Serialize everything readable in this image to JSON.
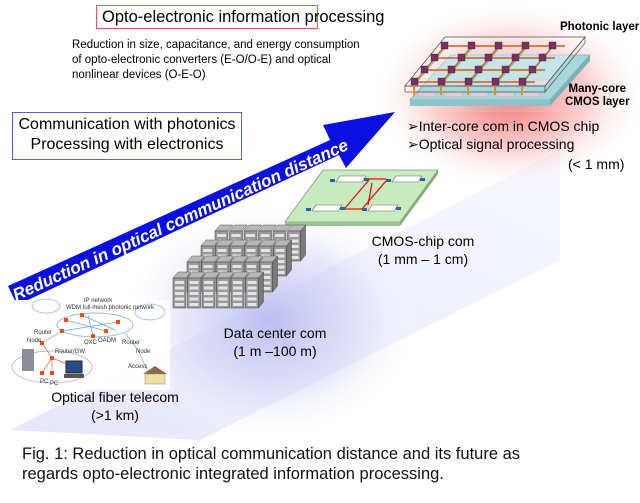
{
  "header": {
    "title": "Opto-electronic information processing",
    "description_lines": [
      "Reduction in size, capacitance, and energy consumption",
      "of opto-electronic converters (E-O/O-E) and optical",
      "nonlinear devices (O-E-O)"
    ]
  },
  "concept_box": {
    "line1": "Communication with photonics",
    "line2": "Processing with electronics"
  },
  "arrow": {
    "label": "Reduction in optical communication distance",
    "color": "#0a10e0"
  },
  "photonic_chip": {
    "photonic_layer_label": "Photonic layer",
    "cmos_layer_line1": "Many-core",
    "cmos_layer_line2": "CMOS layer",
    "bullets": [
      "➢Inter-core com in CMOS chip",
      "➢Optical signal processing"
    ],
    "range": "(< 1 mm)"
  },
  "cmos_chip": {
    "name": "CMOS-chip com",
    "range": "(1 mm – 1 cm)"
  },
  "data_center": {
    "name": "Data center com",
    "range": "(1 m –100 m)"
  },
  "telecom": {
    "name": "Optical fiber telecom",
    "range": "(>1 km)",
    "network_labels": {
      "ip_network": "IP network",
      "wdm": "WDM full-mesh photonic network",
      "router_left": "Router",
      "node_left": "Node",
      "oxc": "OXC",
      "oadm": "OADM",
      "router_right": "Router",
      "node_right": "Node",
      "router_gw": "Router/GW",
      "access": "Access",
      "pc1": "PC",
      "pc2": "PC"
    }
  },
  "caption": {
    "line1": "Fig. 1: Reduction in optical communication distance and its future as",
    "line2": "regards opto-electronic integrated information processing."
  },
  "colors": {
    "title_border": "#e05a5a",
    "concept_border": "#5a64c8",
    "arrow_blue": "#0a10e0",
    "glow_red": "#f06060",
    "glow_blue": "#c8c8f0",
    "chip_green": "#c8ecc0",
    "wire_red": "#e81010"
  }
}
